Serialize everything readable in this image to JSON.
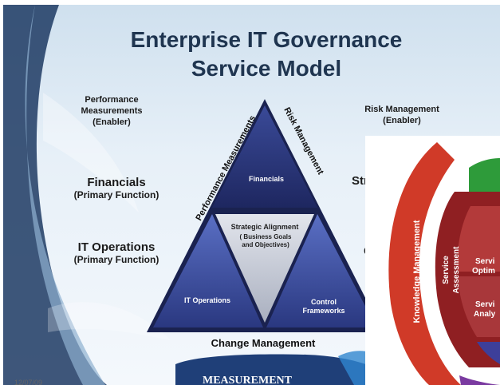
{
  "title": {
    "line1": "Enterprise IT Governance",
    "line2": "Service Model"
  },
  "left_labels": [
    {
      "main": "Performance Measurements (Enabler)",
      "style": "small"
    },
    {
      "main": "Financials",
      "sub": "(Primary Function)",
      "style": "big"
    },
    {
      "main": "IT Operations",
      "sub": "(Primary Function)",
      "style": "big"
    }
  ],
  "right_labels": {
    "risk": "Risk Management (Enabler)",
    "str_cut": "Str",
    "c_cut": "C"
  },
  "triangle": {
    "top": "Financials",
    "center_title": "Strategic Alignment",
    "center_sub": "( Business Goals and Objectives)",
    "left": "IT Operations",
    "right_line1": "Control",
    "right_line2": "Frameworks",
    "edge_left": "Performance Measurements",
    "edge_right": "Risk Management",
    "base": "Change Management"
  },
  "banner": {
    "text": "MEASUREMENT"
  },
  "overlay": {
    "knowledge": "Knowledge Management",
    "service_assessment_1": "Service",
    "service_assessment_2": "Assessment",
    "serv_1": "Servi",
    "serv_1b": "Optim",
    "serv_2": "Servi",
    "serv_2b": "Analy"
  },
  "stamp": "12/07/09",
  "colors": {
    "title": "#1f3550",
    "triangle_blue": "#3a4fa0",
    "triangle_dark": "#25306a",
    "center_gray": "#c6cbd6",
    "ring_red": "#d03a28",
    "ring_green": "#2e9b3a",
    "banner": "#1f3f78"
  }
}
